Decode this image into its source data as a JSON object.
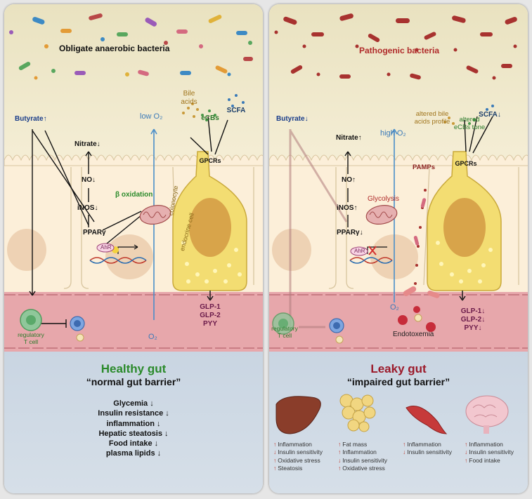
{
  "left": {
    "bacteria_label": "Obligate anaerobic bacteria",
    "butyrate": "Butyrate↑",
    "nitrate": "Nitrate↓",
    "no": "NO↓",
    "inos": "iNOS↓",
    "ppar": "PPARγ",
    "beta_ox": "β oxidation",
    "ahr": "AhR",
    "o2_top": "low O₂",
    "o2_bottom": "O₂",
    "bile": "Bile\nacids",
    "ecbs": "eCBs",
    "scfa": "SCFA",
    "gpcrs": "GPCRs",
    "colonocyte": "colonocyte",
    "endocrine": "endocrine cell",
    "glp1": "GLP-1",
    "glp2": "GLP-2",
    "pyy": "PYY",
    "treg": "regulatory\nT cell",
    "title": "Healthy gut",
    "subtitle": "“normal gut barrier”",
    "outcomes": [
      "Glycemia ↓",
      "Insulin resistance ↓",
      "inflammation ↓",
      "Hepatic steatosis ↓",
      "Food intake ↓",
      "plasma lipids ↓"
    ]
  },
  "right": {
    "bacteria_label": "Pathogenic bacteria",
    "butyrate": "Butyrate↓",
    "nitrate": "Nitrate↑",
    "no": "NO↑",
    "inos": "iNOS↑",
    "ppar": "PPARγ↓",
    "glycolysis": "Glycolysis",
    "ahr": "AhR",
    "o2_top": "high O₂",
    "o2_bottom": "O₂",
    "altered_bile": "altered bile\nacids profile",
    "altered_ecbs": "altered\neCBs tone",
    "scfa": "SCFA↓",
    "pamps": "PAMPs",
    "gpcrs": "GPCRs",
    "glp1": "GLP-1↓",
    "glp2": "GLP-2↓",
    "pyy": "PYY↓",
    "treg": "regulatory\nT cell",
    "endotoxemia": "Endotoxemia",
    "title": "Leaky gut",
    "subtitle": "“impaired gut barrier”",
    "organs": [
      {
        "name": "liver",
        "items": [
          [
            "↑",
            "Inflammation"
          ],
          [
            "↓",
            "Insulin sensitivity"
          ],
          [
            "↑",
            "Oxidative stress"
          ],
          [
            "↑",
            "Steatosis"
          ]
        ]
      },
      {
        "name": "adipose",
        "items": [
          [
            "↑",
            "Fat mass"
          ],
          [
            "↑",
            "Inflammation"
          ],
          [
            "↓",
            "Insulin sensitivity"
          ],
          [
            "↑",
            "Oxidative stress"
          ]
        ]
      },
      {
        "name": "muscle",
        "items": [
          [
            "↑",
            "Inflammation"
          ],
          [
            "↓",
            "Insulin sensitivity"
          ]
        ]
      },
      {
        "name": "brain",
        "items": [
          [
            "↑",
            "Inflammation"
          ],
          [
            "↓",
            "Insulin sensitivity"
          ],
          [
            "↑",
            "Food intake"
          ]
        ]
      }
    ]
  },
  "colors": {
    "lumen": "#efe6c2",
    "epithelium": "#fcefd9",
    "endocrine": "#f3dd72",
    "nucleus": "#d8a44a",
    "blood": "#e7a7ab",
    "lower": "#cdd8e4",
    "o2_line": "#4a8ec9",
    "green_title": "#2a8a2a",
    "red_title": "#9b1a2a"
  }
}
